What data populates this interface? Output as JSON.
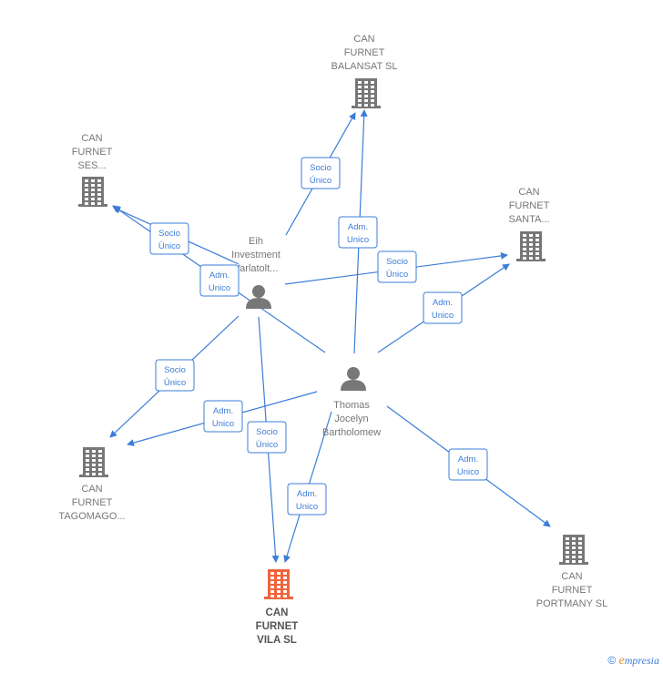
{
  "nodes": [
    {
      "id": "balansat",
      "kind": "company",
      "lines": [
        "CAN",
        "FURNET",
        "BALANSAT  SL"
      ],
      "color": "#777777"
    },
    {
      "id": "ses",
      "kind": "company",
      "lines": [
        "CAN",
        "FURNET",
        "SES..."
      ],
      "color": "#777777"
    },
    {
      "id": "santa",
      "kind": "company",
      "lines": [
        "CAN",
        "FURNET",
        "SANTA..."
      ],
      "color": "#777777"
    },
    {
      "id": "eih",
      "kind": "person",
      "lines": [
        "Eih",
        "Investment",
        "Varlatolt..."
      ],
      "color": "#777777"
    },
    {
      "id": "thomas",
      "kind": "person",
      "lines": [
        "Thomas",
        "Jocelyn",
        "Bartholomew"
      ],
      "color": "#777777"
    },
    {
      "id": "tagomago",
      "kind": "company",
      "lines": [
        "CAN",
        "FURNET",
        "TAGOMAGO..."
      ],
      "color": "#777777"
    },
    {
      "id": "vila",
      "kind": "company",
      "lines": [
        "CAN",
        "FURNET",
        "VILA  SL"
      ],
      "color": "#f0643c",
      "focus": true
    },
    {
      "id": "portmany",
      "kind": "company",
      "lines": [
        "CAN",
        "FURNET",
        "PORTMANY  SL"
      ],
      "color": "#777777"
    }
  ],
  "edges": [
    {
      "from": "eih",
      "to": "balansat",
      "lines": [
        "Socio",
        "Único"
      ]
    },
    {
      "from": "thomas",
      "to": "balansat",
      "lines": [
        "Adm.",
        "Unico"
      ]
    },
    {
      "from": "eih",
      "to": "ses",
      "lines": [
        "Socio",
        "Único"
      ]
    },
    {
      "from": "thomas",
      "to": "ses",
      "lines": [
        "Adm.",
        "Unico"
      ]
    },
    {
      "from": "eih",
      "to": "santa",
      "lines": [
        "Socio",
        "Único"
      ]
    },
    {
      "from": "thomas",
      "to": "santa",
      "lines": [
        "Adm.",
        "Unico"
      ]
    },
    {
      "from": "eih",
      "to": "tagomago",
      "lines": [
        "Socio",
        "Único"
      ]
    },
    {
      "from": "thomas",
      "to": "tagomago",
      "lines": [
        "Adm.",
        "Unico"
      ]
    },
    {
      "from": "eih",
      "to": "vila",
      "lines": [
        "Socio",
        "Único"
      ]
    },
    {
      "from": "thomas",
      "to": "vila",
      "lines": [
        "Adm.",
        "Unico"
      ]
    },
    {
      "from": "thomas",
      "to": "portmany",
      "lines": [
        "Adm.",
        "Unico"
      ]
    }
  ],
  "footer": {
    "copyright": "©",
    "brand_initial": "e",
    "brand_rest": "mpresia"
  }
}
